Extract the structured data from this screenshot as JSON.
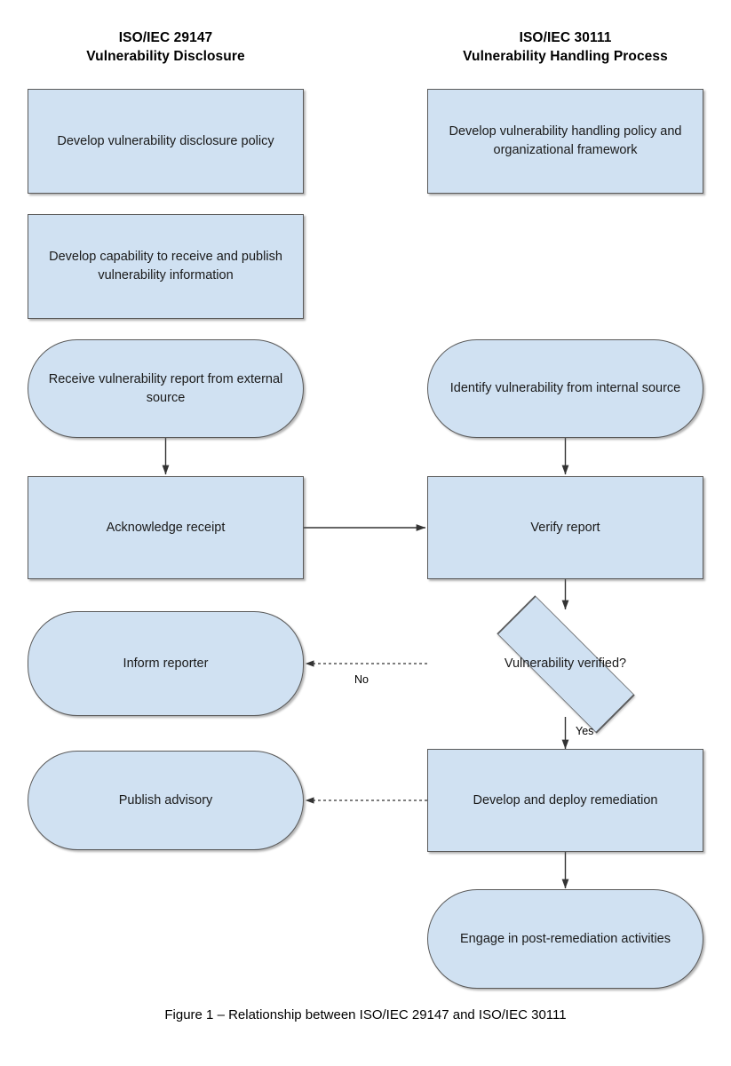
{
  "figure": {
    "caption": "Figure 1 – Relationship between ISO/IEC 29147 and ISO/IEC 30111",
    "colors": {
      "node_fill": "#d0e1f2",
      "node_border": "#5a5a5a",
      "connector": "#333333",
      "background": "#ffffff",
      "text": "#1a1a1a"
    }
  },
  "columns": {
    "left": {
      "standard": "ISO/IEC 29147",
      "title": "Vulnerability Disclosure"
    },
    "right": {
      "standard": "ISO/IEC 30111",
      "title": "Vulnerability Handling Process"
    }
  },
  "nodes": {
    "left": [
      {
        "id": "develop-policy",
        "shape": "process",
        "text": "Develop vulnerability disclosure policy"
      },
      {
        "id": "develop-capability",
        "shape": "process",
        "text": "Develop capability to receive and publish vulnerability information"
      },
      {
        "id": "receive-report",
        "shape": "terminal",
        "text": "Receive vulnerability report from external source"
      },
      {
        "id": "acknowledge-receipt",
        "shape": "process",
        "text": "Acknowledge receipt"
      },
      {
        "id": "inform-reporter",
        "shape": "terminal",
        "text": "Inform reporter"
      },
      {
        "id": "publish-advisory",
        "shape": "terminal",
        "text": "Publish advisory"
      }
    ],
    "right": [
      {
        "id": "develop-handling-policy",
        "shape": "process",
        "text": "Develop vulnerability handling policy and organizational framework"
      },
      {
        "id": "identify-vulnerability",
        "shape": "terminal",
        "text": "Identify vulnerability from internal source"
      },
      {
        "id": "verify-report",
        "shape": "process",
        "text": "Verify report"
      },
      {
        "id": "vulnerability-verified",
        "shape": "decision",
        "text": "Vulnerability verified?"
      },
      {
        "id": "develop-remediation",
        "shape": "process",
        "text": "Develop and deploy remediation"
      },
      {
        "id": "post-remediation",
        "shape": "terminal",
        "text": "Engage in post-remediation activities"
      }
    ]
  },
  "edge_labels": {
    "no": "No",
    "yes": "Yes"
  }
}
